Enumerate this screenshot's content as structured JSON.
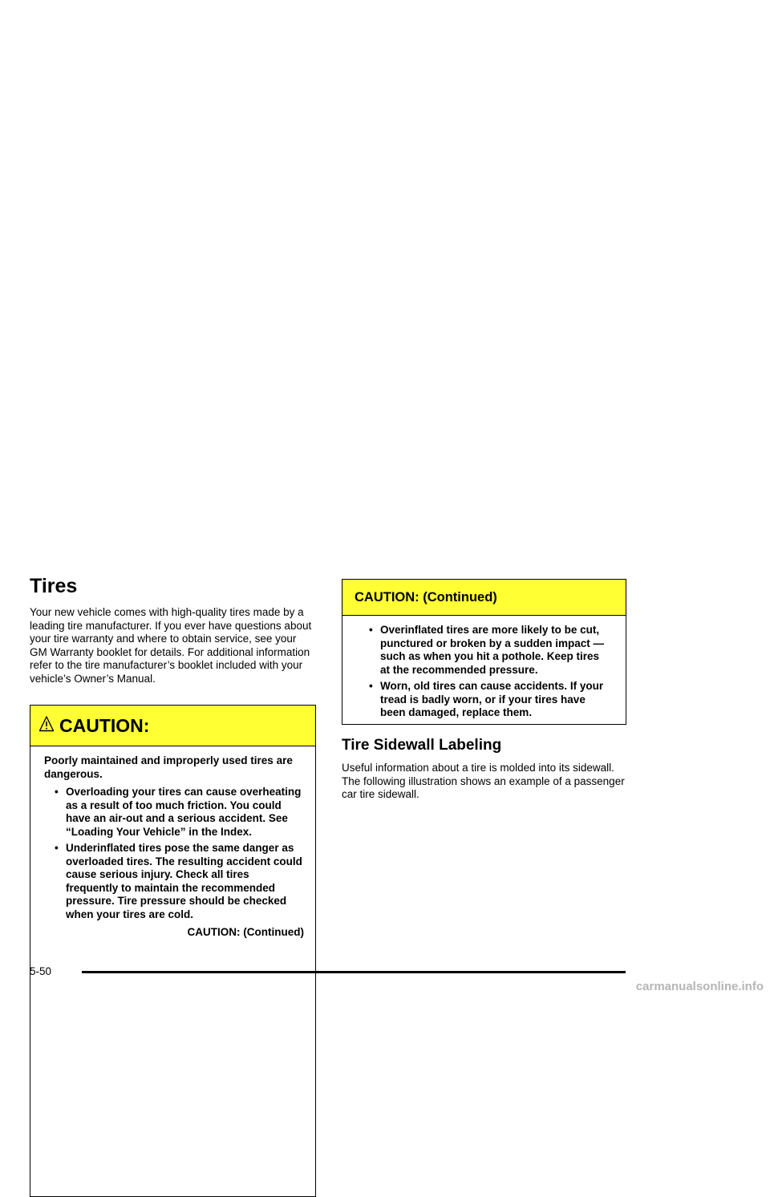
{
  "section_title": "Tires",
  "intro_paragraph": "Your new vehicle comes with high-quality tires made by a leading tire manufacturer. If you ever have questions about your tire warranty and where to obtain service, see your GM Warranty booklet for details. For additional information refer to the tire manufacturer’s booklet included with your vehicle’s Owner’s Manual.",
  "caution1": {
    "heading": "CAUTION:",
    "intro": "Poorly maintained and improperly used tires are dangerous.",
    "bullets": [
      "Overloading your tires can cause overheating as a result of too much friction. You could have an air-out and a serious accident. See “Loading Your Vehicle” in the Index.",
      "Underinflated tires pose the same danger as overloaded tires. The resulting accident could cause serious injury. Check all tires frequently to maintain the recommended pressure. Tire pressure should be checked when your tires are cold."
    ],
    "continued": "CAUTION: (Continued)"
  },
  "caution2": {
    "heading": "CAUTION: (Continued)",
    "bullets": [
      "Overinflated tires are more likely to be cut, punctured or broken by a sudden impact — such as when you hit a pothole. Keep tires at the recommended pressure.",
      "Worn, old tires can cause accidents. If your tread is badly worn, or if your tires have been damaged, replace them."
    ]
  },
  "sidewall_title": "Tire Sidewall Labeling",
  "sidewall_paragraph": "Useful information about a tire is molded into its sidewall. The following illustration shows an example of a passenger car tire sidewall.",
  "page_number": "5-50",
  "watermark": "carmanualsonline.info",
  "bullet_glyph": "•",
  "colors": {
    "caution_header": "#ffff33"
  },
  "icons": {
    "caution": "warning-triangle-icon"
  }
}
